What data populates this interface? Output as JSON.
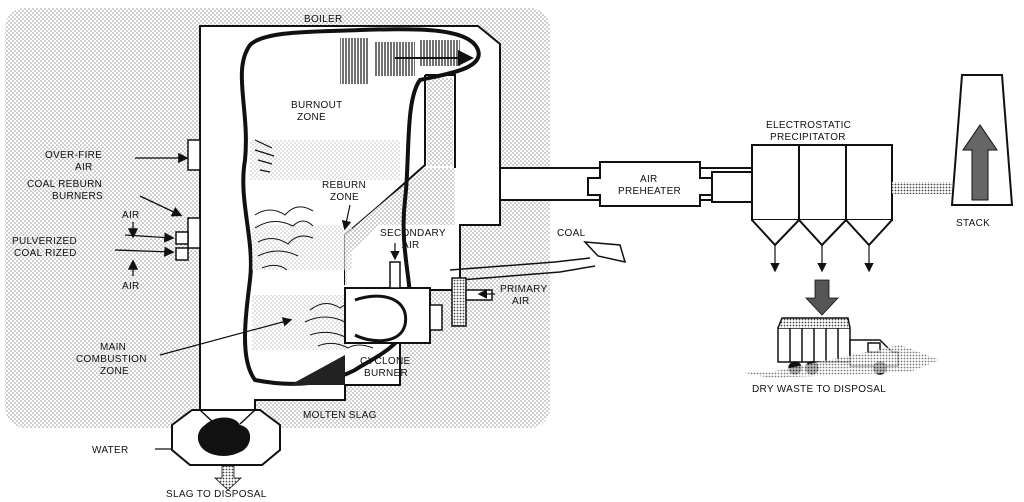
{
  "labels": {
    "boiler": "BOILER",
    "burnout_zone_1": "BURNOUT",
    "burnout_zone_2": "ZONE",
    "reburn_zone_1": "REBURN",
    "reburn_zone_2": "ZONE",
    "over_fire_air_1": "OVER-FIRE",
    "over_fire_air_2": "AIR",
    "coal_reburn_1": "COAL REBURN",
    "coal_reburn_2": "BURNERS",
    "air_top": "AIR",
    "pulverized_1": "PULVERIZED",
    "pulverized_2": "COAL RIZED",
    "air_bottom": "AIR",
    "main_combustion_1": "MAIN",
    "main_combustion_2": "COMBUSTION",
    "main_combustion_3": "ZONE",
    "secondary_air_1": "SECONDARY",
    "secondary_air_2": "AIR",
    "coal": "COAL",
    "primary_air_1": "PRIMARY",
    "primary_air_2": "AIR",
    "cyclone_burner_1": "CYCLONE",
    "cyclone_burner_2": "BURNER",
    "molten_slag": "MOLTEN SLAG",
    "water": "WATER",
    "slag_disposal": "SLAG TO DISPOSAL",
    "air_preheater_1": "AIR",
    "air_preheater_2": "PREHEATER",
    "electrostatic_1": "ELECTROSTATIC",
    "electrostatic_2": "PRECIPITATOR",
    "stack": "STACK",
    "dry_waste": "DRY WASTE TO DISPOSAL"
  }
}
